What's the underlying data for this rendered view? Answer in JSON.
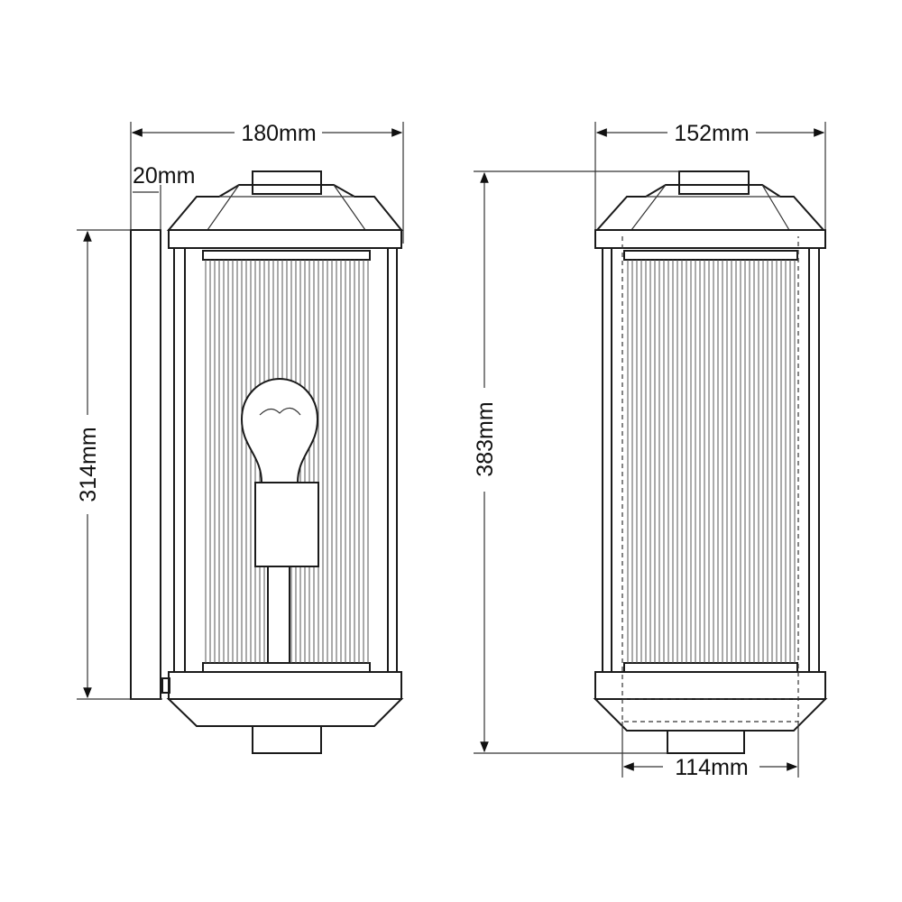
{
  "dimensions": {
    "side_width": "180mm",
    "wall_plate_depth": "20mm",
    "side_height": "314mm",
    "front_width": "152mm",
    "total_height": "383mm",
    "base_width": "114mm"
  },
  "colors": {
    "line": "#1a1a1a",
    "background": "#ffffff"
  }
}
